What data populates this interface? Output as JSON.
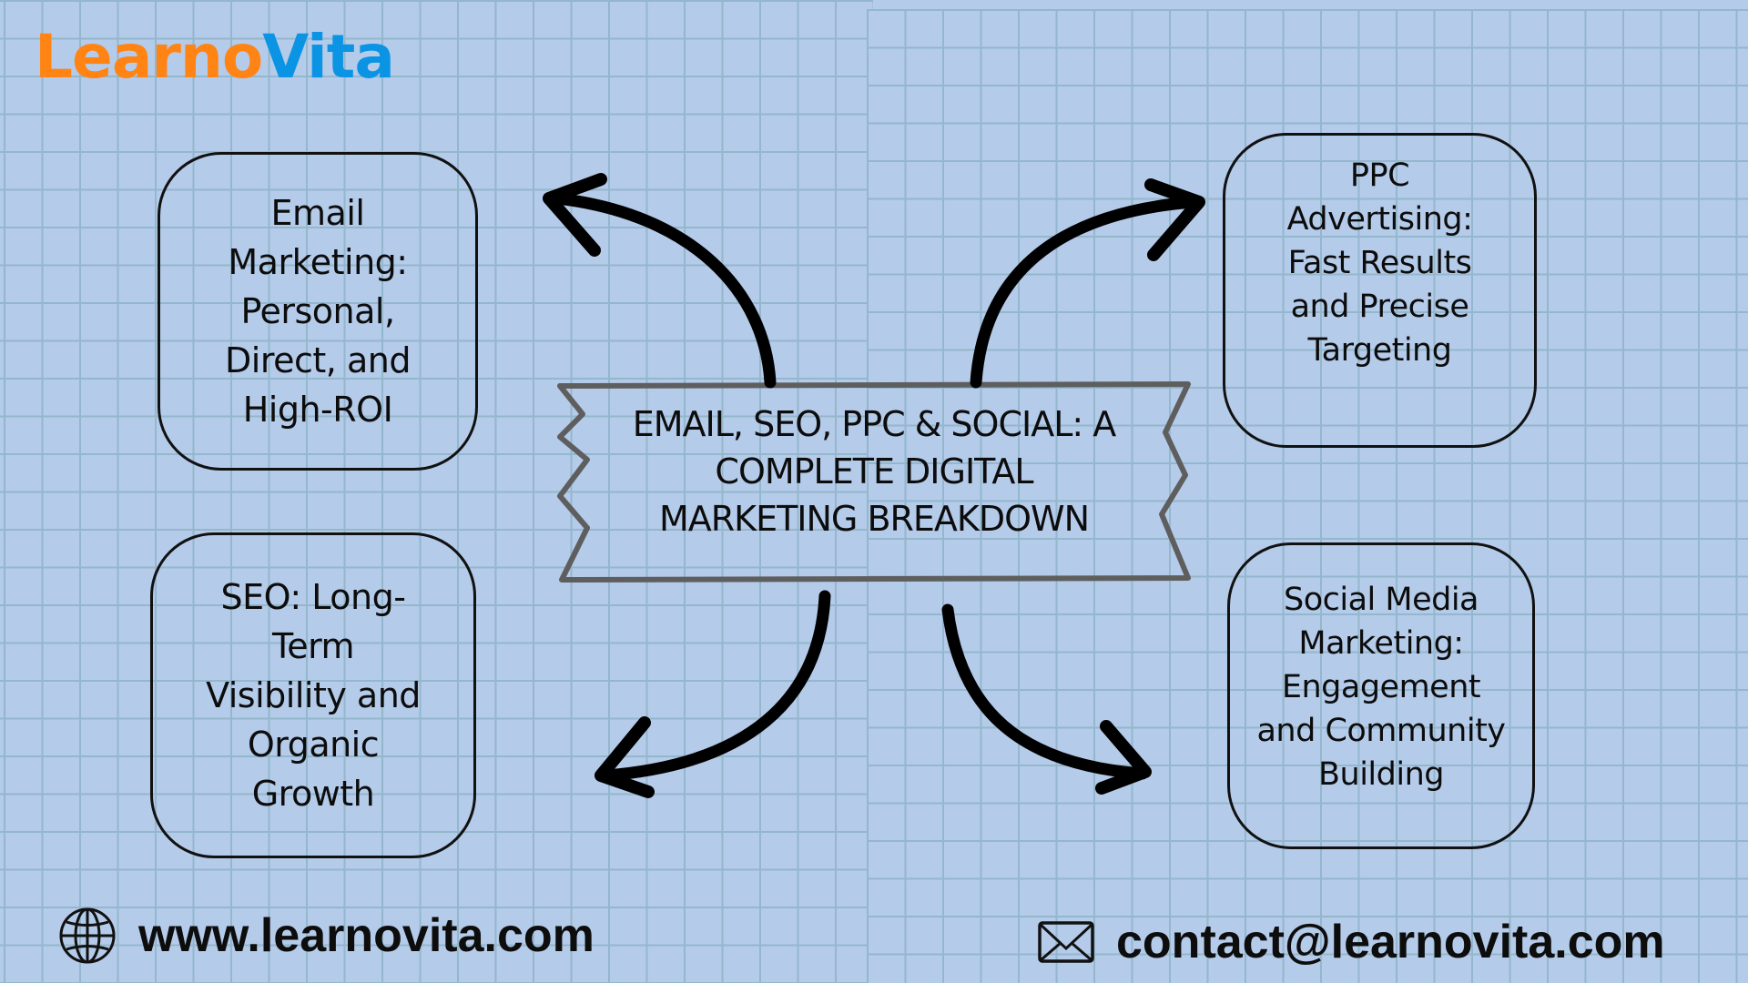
{
  "brand": {
    "logo_part1": "Learno",
    "logo_part2": "Vita",
    "colors": {
      "orange": "#ff8414",
      "blue": "#0b94e4",
      "cyan": "#38c6dc",
      "yellow": "#ffc441"
    }
  },
  "center": {
    "title_lines": [
      "EMAIL, SEO, PPC & SOCIAL: A",
      "COMPLETE DIGITAL",
      "MARKETING BREAKDOWN"
    ]
  },
  "nodes": {
    "email": {
      "lines": [
        "Email",
        "Marketing:",
        "Personal,",
        "Direct, and",
        "High-ROI"
      ]
    },
    "ppc": {
      "lines": [
        "PPC",
        "Advertising:",
        "Fast Results",
        "and Precise",
        "Targeting"
      ]
    },
    "seo": {
      "lines": [
        "SEO: Long-",
        "Term",
        "Visibility and",
        "Organic",
        "Growth"
      ]
    },
    "social": {
      "lines": [
        "Social Media",
        "Marketing:",
        "Engagement",
        "and Community",
        "Building"
      ]
    }
  },
  "footer": {
    "website": "www.learnovita.com",
    "website_icon": "globe-icon",
    "email": "contact@learnovita.com",
    "email_icon": "envelope-icon"
  },
  "colors": {
    "background": "#b5cbea",
    "grid_line": "#93b7cc",
    "banner_border": "#5e5e5e",
    "ink": "#0c0c0c"
  }
}
